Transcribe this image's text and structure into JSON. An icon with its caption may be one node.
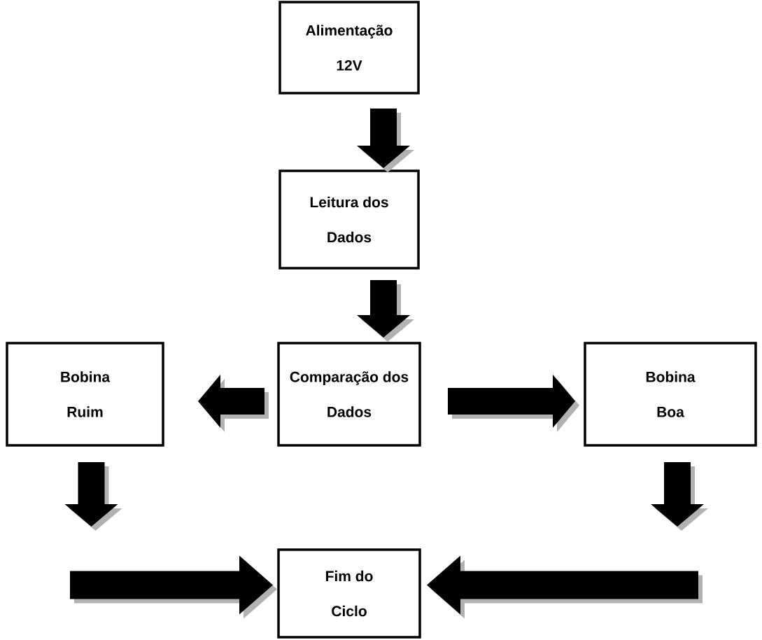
{
  "diagram": {
    "nodes": [
      {
        "text": [
          "Alimentação 12V"
        ]
      },
      {
        "text": [
          "Leitura dos Dados"
        ]
      },
      {
        "text": [
          "Comparação dos Dados"
        ]
      },
      {
        "text": [
          "Bobina Ruim"
        ]
      },
      {
        "text": [
          "Bobina Boa"
        ]
      },
      {
        "text": [
          "Fim do Ciclo"
        ]
      }
    ],
    "edges": [
      {
        "from": 0,
        "to": 1,
        "arrow": "to"
      },
      {
        "from": 1,
        "to": 2,
        "arrow": "to"
      },
      {
        "from": 2,
        "to": 3,
        "arrow": "to"
      },
      {
        "from": 2,
        "to": 4,
        "arrow": "to"
      },
      {
        "from": 3,
        "to": null,
        "arrow": "to"
      },
      {
        "from": null,
        "to": 5,
        "arrow": "to"
      },
      {
        "from": 4,
        "to": null,
        "arrow": "to"
      },
      {
        "from": null,
        "to": 5,
        "arrow": "to"
      }
    ]
  }
}
